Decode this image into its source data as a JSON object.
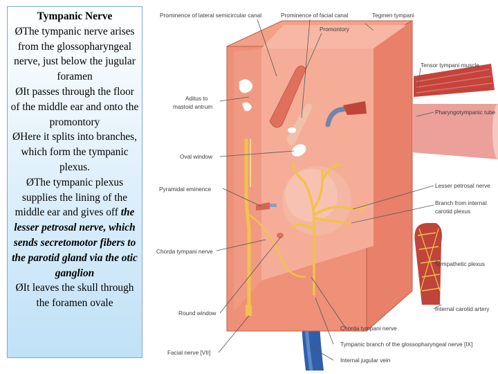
{
  "text_panel": {
    "title": "Tympanic Nerve",
    "bullet_marker": "Ø",
    "b1": "The tympanic nerve arises from the glossopharyngeal nerve, just below the jugular foramen",
    "b2": "It passes through the floor of the middle ear and onto the promontory",
    "b3": "Here it splits into branches, which form the tympanic plexus.",
    "b4_plain": "The tympanic plexus supplies the lining of the middle ear and gives off",
    "b4_emph": "the lesser petrosal nerve, which sends secretomotor fibers to the parotid gland via the otic ganglion",
    "b5": "It leaves the skull through the foramen ovale"
  },
  "diagram": {
    "labels": {
      "prominence_semicircular": "Prominence of lateral semicircular canal",
      "prominence_facial": "Prominence of facial canal",
      "tegmen": "Tegmen tympani",
      "promontory": "Promontory",
      "tensor": "Tensor tympani muscle",
      "aditus_1": "Aditus to",
      "aditus_2": "mastoid antrum",
      "pharyngotympanic": "Pharyngotympanic tube",
      "oval_window": "Oval window",
      "pyramidal": "Pyramidal eminence",
      "lesser_petrosal": "Lesser petrosal nerve",
      "branch_internal_1": "Branch from internal",
      "branch_internal_2": "carotid plexus",
      "chorda_tympani_left": "Chorda tympani nerve",
      "sympathetic": "Sympathetic plexus",
      "internal_carotid": "Internal carotid artery",
      "round_window": "Round window",
      "chorda_tympani_bottom": "Chorda tympani nerve",
      "facial_nerve": "Facial nerve [VII]",
      "tympanic_branch": "Tympanic branch of the glossopharyngeal nerve [IX]",
      "internal_jugular": "Internal jugular vein"
    }
  }
}
